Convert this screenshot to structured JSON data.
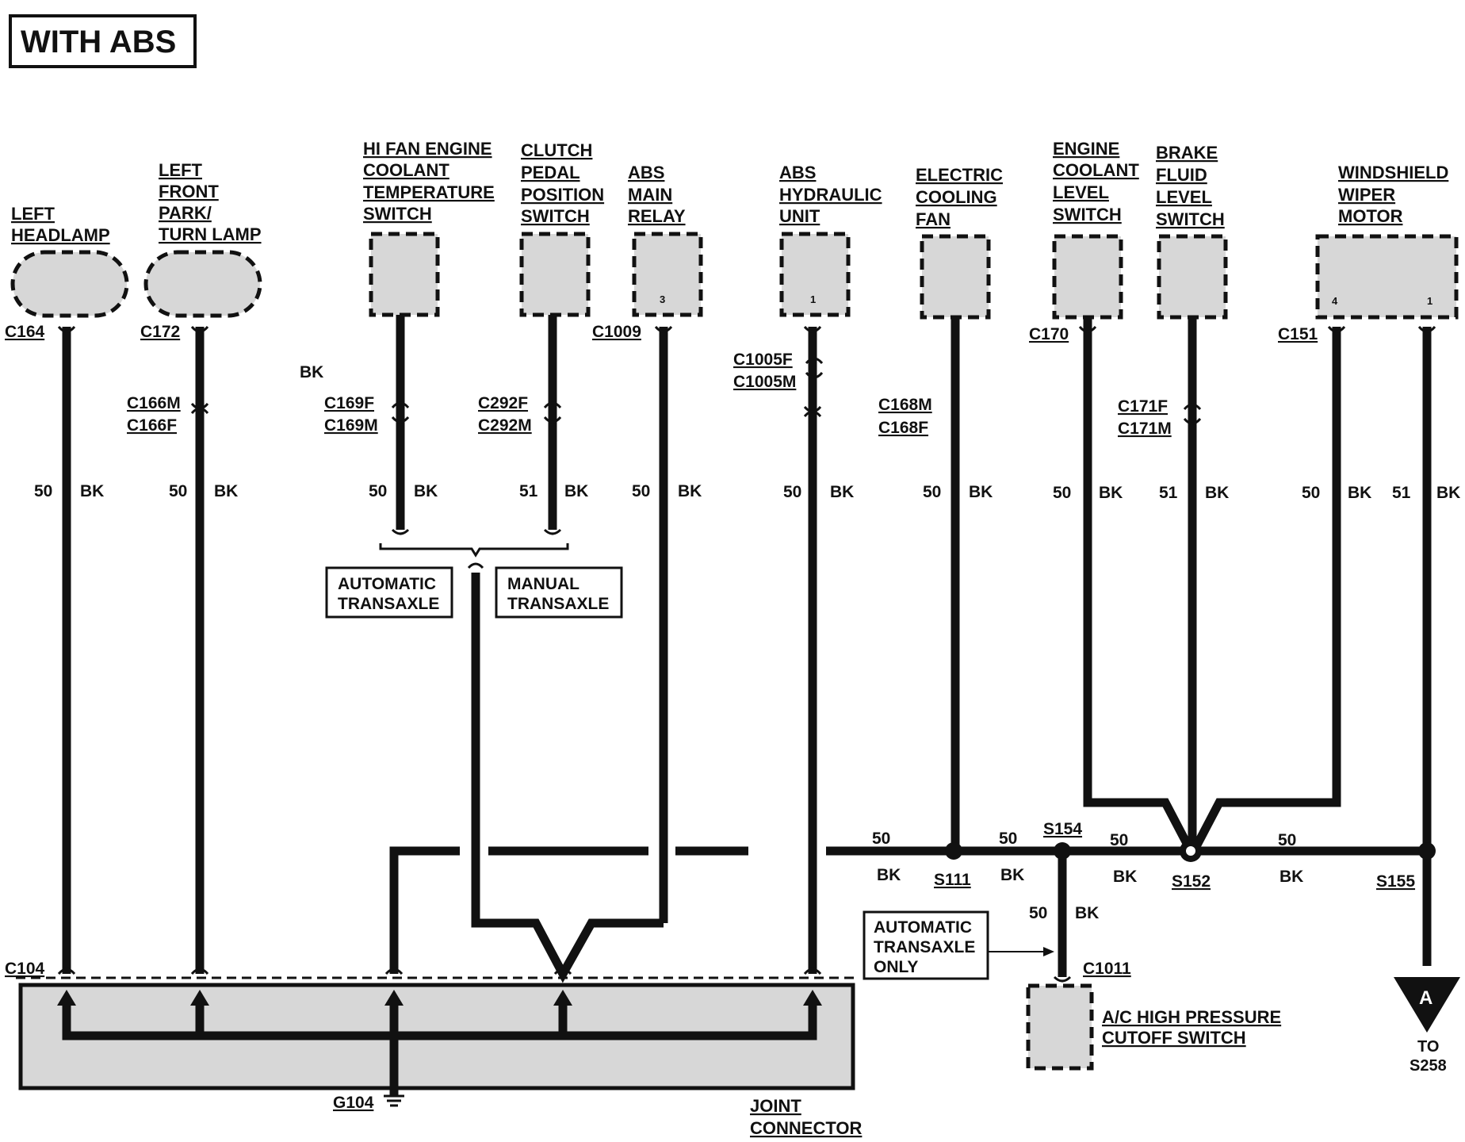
{
  "title": "WITH ABS",
  "components": {
    "left_headlamp": [
      "LEFT",
      "HEADLAMP"
    ],
    "left_front_lamp": [
      "LEFT",
      "FRONT",
      "PARK/",
      "TURN LAMP"
    ],
    "hi_fan_switch": [
      "HI FAN ENGINE",
      "COOLANT",
      "TEMPERATURE",
      "SWITCH"
    ],
    "clutch_switch": [
      "CLUTCH",
      "PEDAL",
      "POSITION",
      "SWITCH"
    ],
    "abs_relay": [
      "ABS",
      "MAIN",
      "RELAY"
    ],
    "abs_unit": [
      "ABS",
      "HYDRAULIC",
      "UNIT"
    ],
    "cooling_fan": [
      "ELECTRIC",
      "COOLING",
      "FAN"
    ],
    "coolant_level": [
      "ENGINE",
      "COOLANT",
      "LEVEL",
      "SWITCH"
    ],
    "brake_fluid": [
      "BRAKE",
      "FLUID",
      "LEVEL",
      "SWITCH"
    ],
    "wiper_motor": [
      "WINDSHIELD",
      "WIPER",
      "MOTOR"
    ],
    "ac_switch": [
      "A/C HIGH PRESSURE",
      "CUTOFF SWITCH"
    ],
    "joint_connector": [
      "JOINT",
      "CONNECTOR"
    ]
  },
  "pins": {
    "abs_relay": "3",
    "abs_unit": "1",
    "wiper_a": "4",
    "wiper_b": "1"
  },
  "connectors": {
    "c164": "C164",
    "c172": "C172",
    "c166m": "C166M",
    "c166f": "C166F",
    "c169f": "C169F",
    "c169m": "C169M",
    "c292f": "C292F",
    "c292m": "C292M",
    "c1009": "C1009",
    "c1005f": "C1005F",
    "c1005m": "C1005M",
    "c168m": "C168M",
    "c168f": "C168F",
    "c170": "C170",
    "c171f": "C171F",
    "c171m": "C171M",
    "c151": "C151",
    "c104": "C104",
    "c1011": "C1011",
    "g104": "G104"
  },
  "splices": {
    "s111": "S111",
    "s154": "S154",
    "s152": "S152",
    "s155": "S155"
  },
  "wire": {
    "gauge50": "50",
    "gauge51": "51",
    "color": "BK"
  },
  "options": {
    "auto": [
      "AUTOMATIC",
      "TRANSAXLE"
    ],
    "manual": [
      "MANUAL",
      "TRANSAXLE"
    ],
    "auto_only": [
      "AUTOMATIC",
      "TRANSAXLE",
      "ONLY"
    ]
  },
  "offpage": {
    "letter": "A",
    "to": [
      "TO",
      "S258"
    ]
  }
}
